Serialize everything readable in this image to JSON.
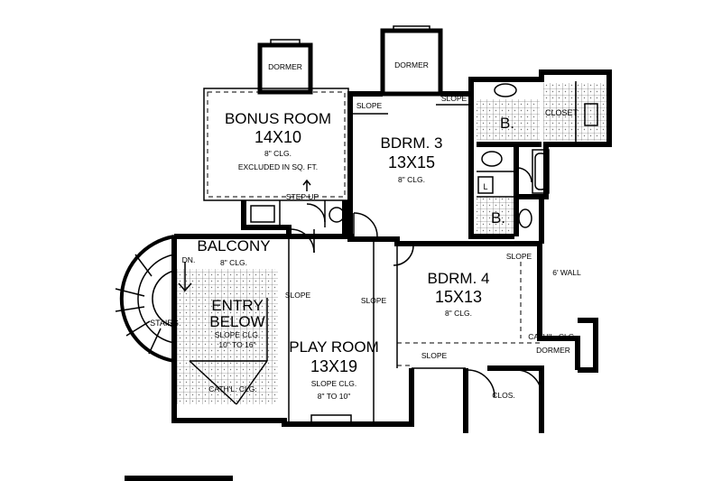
{
  "rooms": {
    "dormer_left": "DORMER",
    "dormer_center": "DORMER",
    "bonus": {
      "name": "BONUS ROOM",
      "size": "14X10",
      "ceiling": "8\" CLG.",
      "note": "EXCLUDED IN SQ. FT."
    },
    "slope_b3_left": "SLOPE",
    "slope_b3_right": "SLOPE",
    "bdrm3": {
      "name": "BDRM. 3",
      "size": "13X15",
      "ceiling": "8\" CLG."
    },
    "bath_upper": "B.",
    "closet": "CLOSET",
    "linen": "L",
    "bath_lower": "B.",
    "step_up": "STEP UP",
    "balcony": {
      "name": "BALCONY",
      "ceiling": "8\" CLG."
    },
    "dn": "DN.",
    "entry": {
      "line1": "ENTRY",
      "line2": "BELOW",
      "ceiling1": "SLOPE CLG.",
      "ceiling2": "10\" TO 16\""
    },
    "stairs": "STAIRS",
    "cathl_left": "CATH'L. CLG.",
    "slope_play_left": "SLOPE",
    "slope_play_right": "SLOPE",
    "play": {
      "name": "PLAY ROOM",
      "size": "13X19",
      "ceiling1": "SLOPE CLG.",
      "ceiling2": "8\" TO 10\""
    },
    "bdrm4": {
      "name": "BDRM. 4",
      "size": "15X13",
      "ceiling": "8\" CLG."
    },
    "slope_b4_top": "SLOPE",
    "wall_note": "6' WALL",
    "slope_b4_bottom": "SLOPE",
    "cathl_right": "CATH'L. CLG.",
    "dormer_right": "DORMER",
    "clos": "CLOS."
  }
}
